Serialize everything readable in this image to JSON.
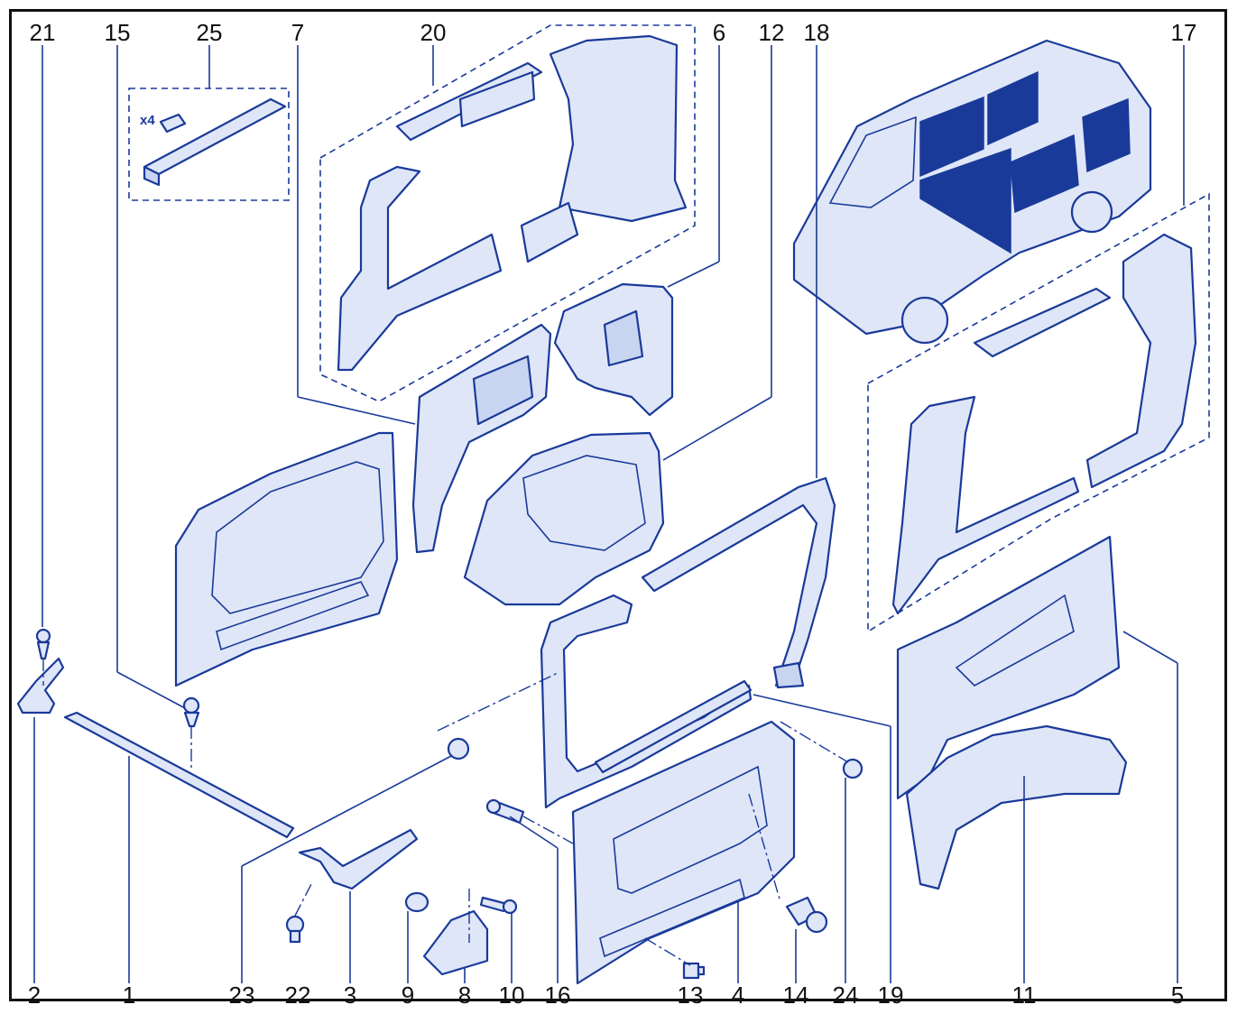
{
  "diagram": {
    "callouts": [
      {
        "label": "21",
        "role": "clip"
      },
      {
        "label": "15",
        "role": "clip"
      },
      {
        "label": "25",
        "role": "rail-with-clips"
      },
      {
        "label": "7",
        "role": "panel"
      },
      {
        "label": "20",
        "role": "upper-trim-group"
      },
      {
        "label": "6",
        "role": "pillar-trim"
      },
      {
        "label": "12",
        "role": "wheel-arch-cover"
      },
      {
        "label": "18",
        "role": "door-seal-trim"
      },
      {
        "label": "17",
        "role": "right-trim-group"
      },
      {
        "label": "2",
        "role": "bracket"
      },
      {
        "label": "1",
        "role": "sill-strip"
      },
      {
        "label": "23",
        "role": "push-clip"
      },
      {
        "label": "22",
        "role": "fastener"
      },
      {
        "label": "3",
        "role": "bracket"
      },
      {
        "label": "9",
        "role": "clip"
      },
      {
        "label": "8",
        "role": "cover"
      },
      {
        "label": "10",
        "role": "screw"
      },
      {
        "label": "16",
        "role": "fastener"
      },
      {
        "label": "13",
        "role": "fastener"
      },
      {
        "label": "4",
        "role": "lower-panel"
      },
      {
        "label": "14",
        "role": "fastener"
      },
      {
        "label": "24",
        "role": "push-clip"
      },
      {
        "label": "19",
        "role": "sill-trim"
      },
      {
        "label": "11",
        "role": "wheel-arch-liner"
      },
      {
        "label": "5",
        "role": "right-panel"
      }
    ],
    "multiplier_note": "x4",
    "colors": {
      "line": "#1a3a9a",
      "fill": "#dfe6f7",
      "glass": "#1a3a9a",
      "frame": "#111111"
    }
  }
}
